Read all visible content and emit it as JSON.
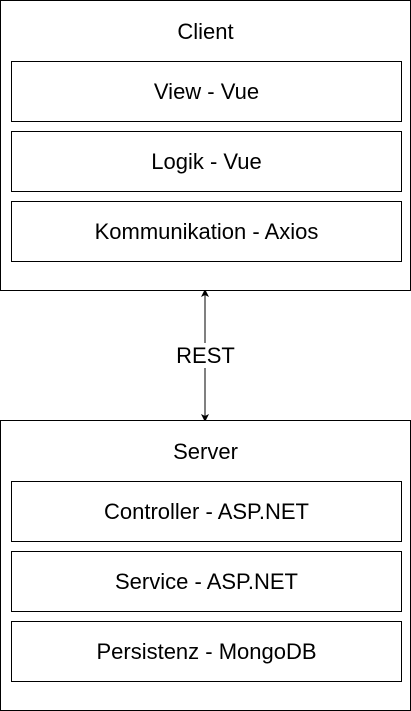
{
  "client": {
    "title": "Client",
    "layers": [
      {
        "label": "View - Vue"
      },
      {
        "label": "Logik - Vue"
      },
      {
        "label": "Kommunikation - Axios"
      }
    ]
  },
  "connector": {
    "label": "REST",
    "direction": "bidirectional"
  },
  "server": {
    "title": "Server",
    "layers": [
      {
        "label": "Controller - ASP.NET"
      },
      {
        "label": "Service - ASP.NET"
      },
      {
        "label": "Persistenz - MongoDB"
      }
    ]
  },
  "colors": {
    "stroke": "#000000",
    "fill": "#ffffff",
    "text": "#000000"
  }
}
